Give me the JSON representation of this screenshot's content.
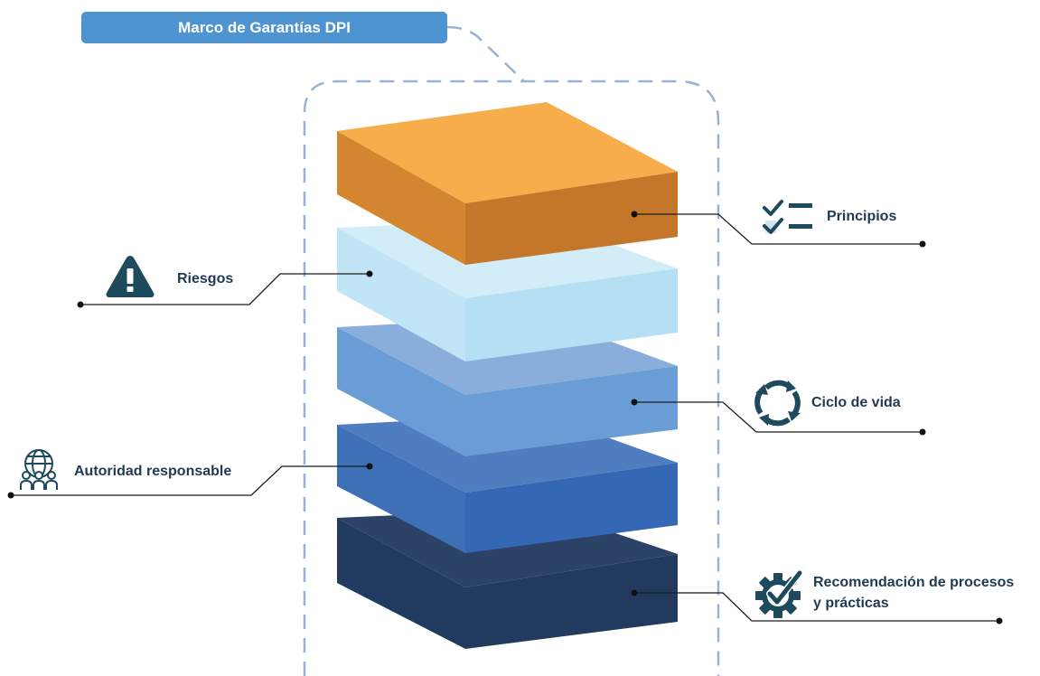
{
  "title": "Marco de Garantías DPI",
  "layers": [
    {
      "name": "principios",
      "label": "Principios",
      "icon": "checklist-icon",
      "top": "#f8ad4c",
      "front": "#c4762b",
      "side": "#d4852f"
    },
    {
      "name": "riesgos",
      "label": "Riesgos",
      "icon": "warning-triangle-icon",
      "top": "#d3edf8",
      "front": "#b5e0f4",
      "side": "#c1e5f6"
    },
    {
      "name": "ciclo-de-vida",
      "label": "Ciclo de vida",
      "icon": "cycle-arrows-icon",
      "top": "#8aaedc",
      "front": "#6a9dd5",
      "side": "#6a9dd5"
    },
    {
      "name": "autoridad-responsable",
      "label": "Autoridad responsable",
      "icon": "people-network-icon",
      "top": "#4f7dc0",
      "front": "#3468b4",
      "side": "#3e70b8"
    },
    {
      "name": "recomendacion",
      "label_line1": "Recomendación de procesos",
      "label_line2": "y prácticas",
      "icon": "gear-check-icon",
      "top": "#2c4266",
      "front": "#223a5e",
      "side": "#213a60"
    }
  ],
  "colors": {
    "title_bg": "#4d94d0",
    "label_text": "#1f3a52",
    "dashed_frame": "#9ab1d3",
    "leader_line": "#1c1c1c",
    "icon_dark": "#1d4a5c"
  }
}
